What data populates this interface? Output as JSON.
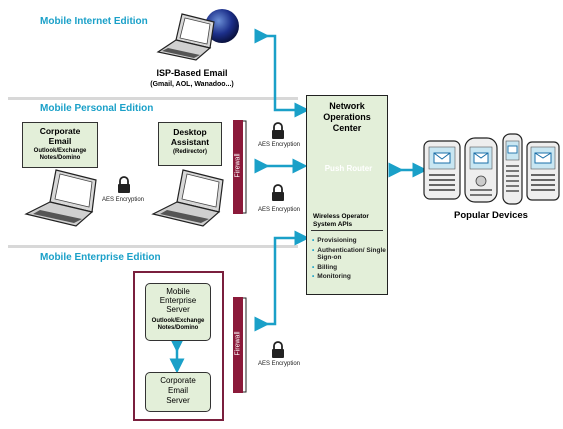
{
  "editions": {
    "internet": "Mobile Internet Edition",
    "personal": "Mobile Personal Edition",
    "enterprise": "Mobile Enterprise Edition"
  },
  "isp": {
    "title": "ISP-Based Email",
    "subtitle": "(Gmail, AOL, Wanadoo...)"
  },
  "corporate_email": {
    "title_line1": "Corporate",
    "title_line2": "Email",
    "sub_line1": "Outlook/Exchange",
    "sub_line2": "Notes/Domino"
  },
  "desktop_assistant": {
    "title_line1": "Desktop",
    "title_line2": "Assistant",
    "sub": "(Redirector)"
  },
  "firewall": "Firewall",
  "aes_label": "AES Encryption",
  "noc": {
    "title_line1": "Network",
    "title_line2": "Operations",
    "title_line3": "Center",
    "router_label": "Push Router",
    "apis_line1": "Wireless Operator",
    "apis_line2": "System APIs",
    "bullets": [
      "Provisioning",
      "Authentication/ Single Sign-on",
      "Billing",
      "Monitoring"
    ]
  },
  "devices_label": "Popular Devices",
  "enterprise_server": {
    "title_line1": "Mobile",
    "title_line2": "Enterprise",
    "title_line3": "Server",
    "sub_line1": "Outlook/Exchange",
    "sub_line2": "Notes/Domino"
  },
  "corporate_server": {
    "line1": "Corporate",
    "line2": "Email",
    "line3": "Server"
  },
  "colors": {
    "accent": "#1aa0c8",
    "box_fill": "#e3efd9",
    "firewall": "#8b1a3a",
    "enterprise_frame": "#7a1f3d"
  }
}
